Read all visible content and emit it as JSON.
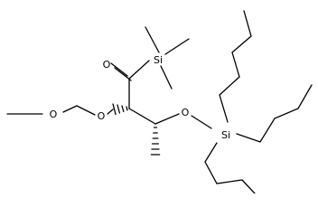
{
  "structure": {
    "atoms": {
      "carbonyl_oxygen": "O",
      "silicon_top": "Si",
      "silicon_bottom": "Si",
      "ether_oxygen_top": "O",
      "ether_oxygen_mid": "O",
      "ether_oxygen_left": "O"
    }
  }
}
